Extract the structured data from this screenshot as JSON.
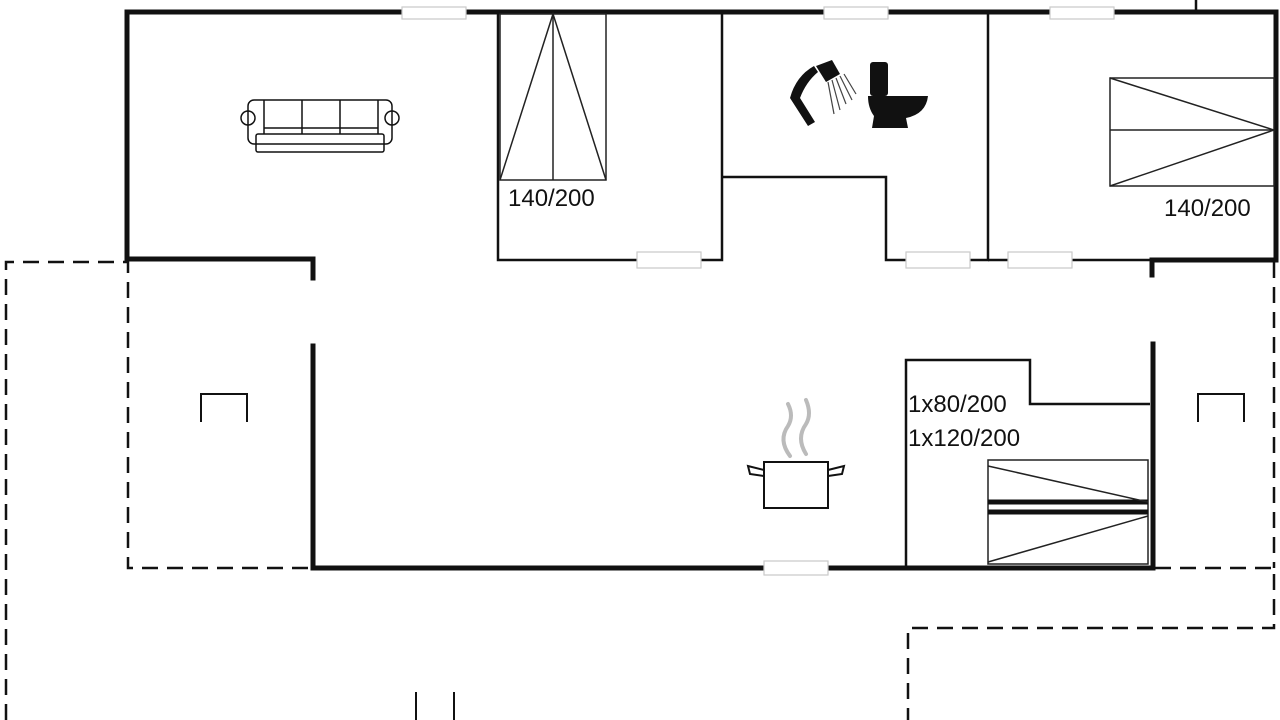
{
  "rooms": {
    "bedroom_1": {
      "bed_label": "140/200"
    },
    "bedroom_2": {
      "bed_label": "140/200"
    },
    "bedroom_3": {
      "bed_label_1": "1x80/200",
      "bed_label_2": "1x120/200"
    }
  },
  "icons": {
    "sofa": "sofa-icon",
    "shower": "shower-icon",
    "toilet": "toilet-icon",
    "cooking_pot": "cooking-pot-icon"
  },
  "colors": {
    "walls": "#111111",
    "background": "#ffffff",
    "steam": "#bbbbbb"
  }
}
